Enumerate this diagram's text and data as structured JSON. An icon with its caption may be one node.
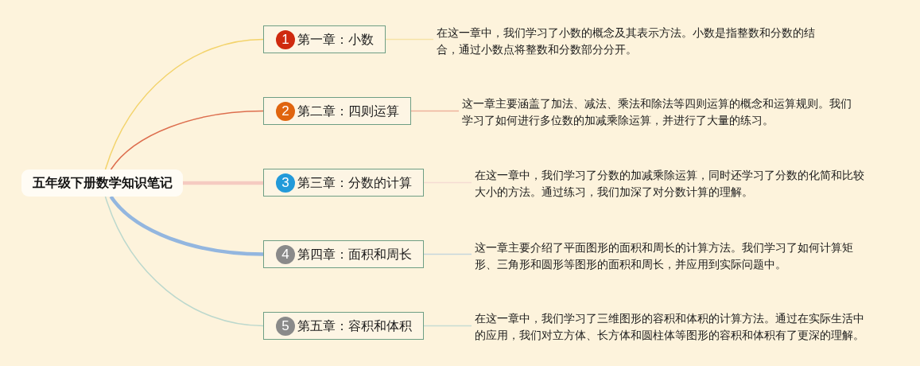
{
  "diagram": {
    "nodes": [
      {
        "text": [
          "五年级下册数学知识笔记"
        ]
      },
      {
        "text": [
          "1",
          "第一章：小数"
        ]
      },
      {
        "text": [
          "在这一章中，我们学习了小数的概念及其表示方法。小数是指整数和分数的结合，通过小数点将整数和分数部分分开。"
        ]
      },
      {
        "text": [
          "2",
          "第二章：四则运算"
        ]
      },
      {
        "text": [
          "这一章主要涵盖了加法、减法、乘法和除法等四则运算的概念和运算规则。我们学习了如何进行多位数的加减乘除运算，并进行了大量的练习。"
        ]
      },
      {
        "text": [
          "3",
          "第三章：分数的计算"
        ]
      },
      {
        "text": [
          "在这一章中，我们学习了分数的加减乘除运算，同时还学习了分数的化简和比较大小的方法。通过练习，我们加深了对分数计算的理解。"
        ]
      },
      {
        "text": [
          "4",
          "第四章：面积和周长"
        ]
      },
      {
        "text": [
          "这一章主要介绍了平面图形的面积和周长的计算方法。我们学习了如何计算矩形、三角形和圆形等图形的面积和周长，并应用到实际问题中。"
        ]
      },
      {
        "text": [
          "5",
          "第五章：容积和体积"
        ]
      },
      {
        "text": [
          "在这一章中，我们学习了三维图形的容积和体积的计算方法。通过在实际生活中的应用，我们对立方体、长方体和圆柱体等图形的容积和体积有了更深的理解。"
        ]
      }
    ],
    "edges": [
      {
        "from": 0,
        "to": 1,
        "arrow": "none",
        "color": "#f3d36b"
      },
      {
        "from": 0,
        "to": 3,
        "arrow": "none",
        "color": "#dd6e4e"
      },
      {
        "from": 0,
        "to": 5,
        "arrow": "none",
        "style": "thick",
        "color": "#f5cbc1"
      },
      {
        "from": 0,
        "to": 7,
        "arrow": "none",
        "style": "thick",
        "color": "#93b6df"
      },
      {
        "from": 0,
        "to": 9,
        "arrow": "none",
        "color": "#bcd8cd"
      },
      {
        "from": 1,
        "to": 2,
        "arrow": "none",
        "color": "#f6e3a6"
      },
      {
        "from": 3,
        "to": 4,
        "arrow": "none",
        "color": "#eeb29c"
      },
      {
        "from": 5,
        "to": 6,
        "arrow": "none",
        "color": "#f5dcd3"
      },
      {
        "from": 7,
        "to": 8,
        "arrow": "none",
        "color": "#c6d5dc"
      },
      {
        "from": 9,
        "to": 10,
        "arrow": "none",
        "color": "#c7dcd2"
      }
    ]
  }
}
